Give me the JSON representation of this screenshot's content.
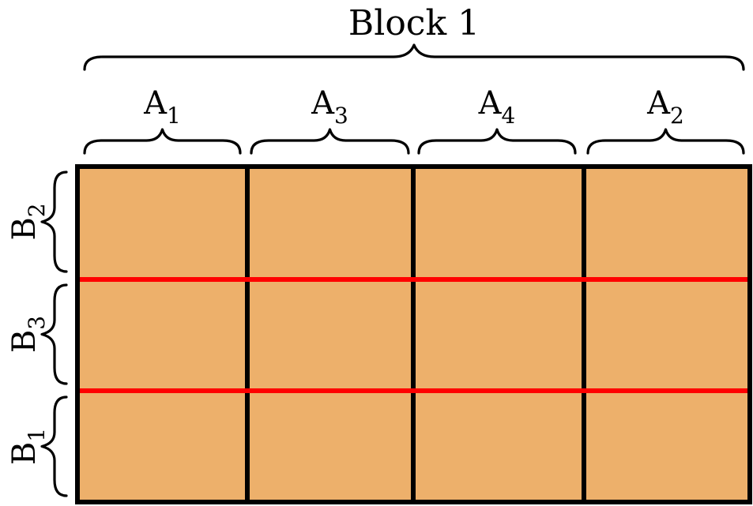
{
  "block": {
    "label": "Block 1"
  },
  "columns": [
    {
      "base": "A",
      "sub": "1"
    },
    {
      "base": "A",
      "sub": "3"
    },
    {
      "base": "A",
      "sub": "4"
    },
    {
      "base": "A",
      "sub": "2"
    }
  ],
  "rows": [
    {
      "base": "B",
      "sub": "2"
    },
    {
      "base": "B",
      "sub": "3"
    },
    {
      "base": "B",
      "sub": "1"
    }
  ],
  "colors": {
    "cell_fill": "#EDB06B",
    "grid_line": "#000000",
    "row_divider": "#FF0000",
    "brace": "#000000"
  }
}
